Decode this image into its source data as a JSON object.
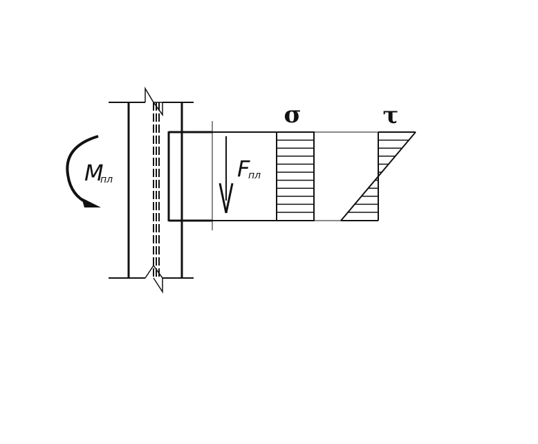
{
  "labels": {
    "moment_main": "M",
    "moment_sub": "пл",
    "force_main": "F",
    "force_sub": "пл",
    "sigma": "σ",
    "tau": "τ"
  },
  "diagram": {
    "sigma_distribution": "uniform",
    "tau_distribution": "linear"
  }
}
